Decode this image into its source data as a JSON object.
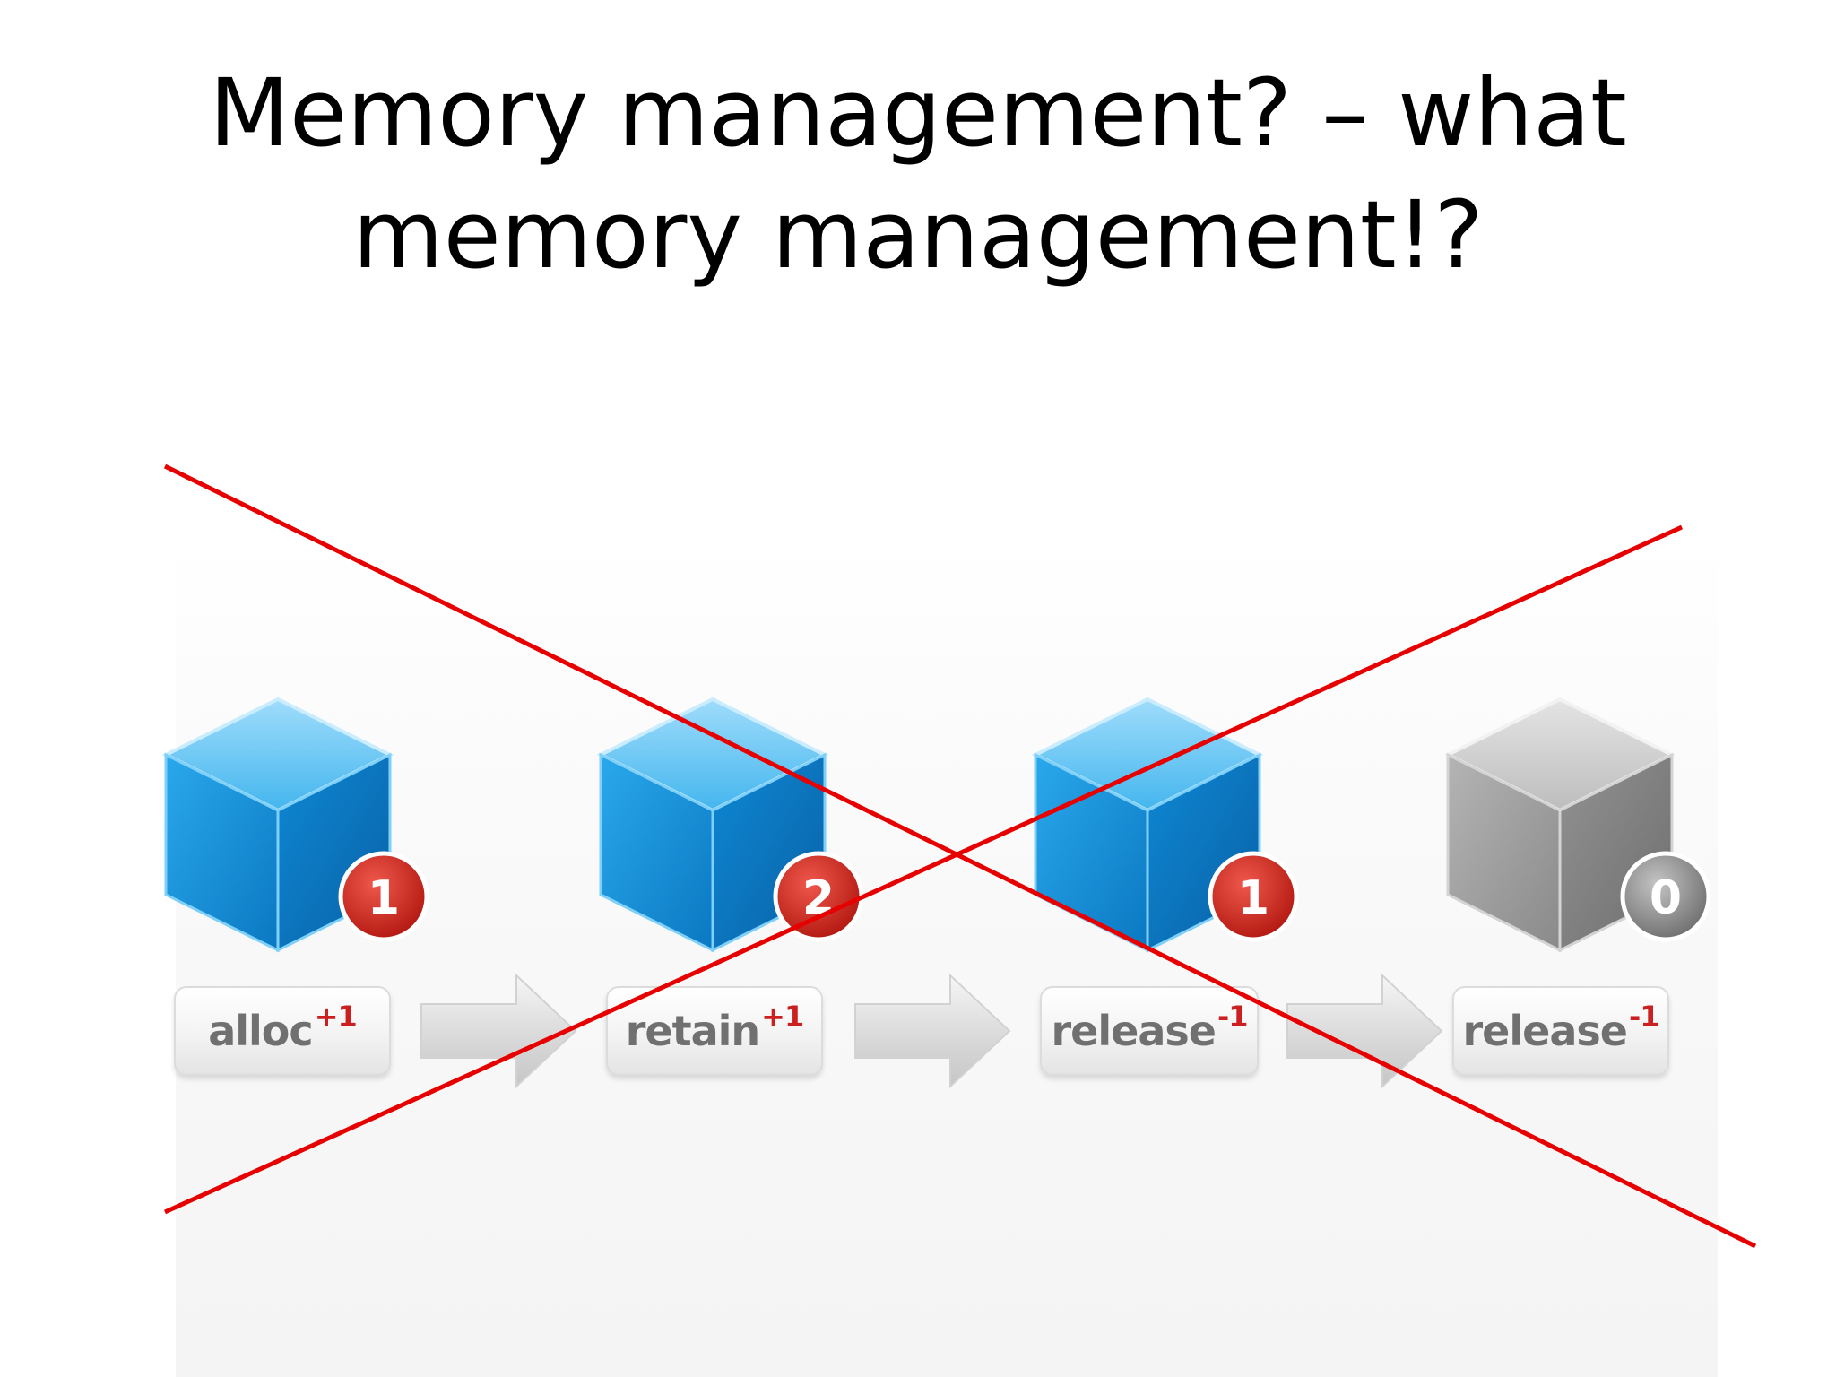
{
  "slide": {
    "title_line1": "Memory management? – what",
    "title_line2": "memory management!?"
  },
  "steps": [
    {
      "operation": "alloc",
      "delta": "+1",
      "retain_count": "1",
      "cube_color": "blue"
    },
    {
      "operation": "retain",
      "delta": "+1",
      "retain_count": "2",
      "cube_color": "blue"
    },
    {
      "operation": "release",
      "delta": "-1",
      "retain_count": "1",
      "cube_color": "blue"
    },
    {
      "operation": "release",
      "delta": "-1",
      "retain_count": "0",
      "cube_color": "gray"
    }
  ],
  "colors": {
    "cube_blue": "#1a9fdf",
    "cube_gray": "#9a9a9a",
    "badge_red": "#c8281e",
    "badge_gray": "#8c8c8c",
    "cross_red": "#e60000"
  }
}
